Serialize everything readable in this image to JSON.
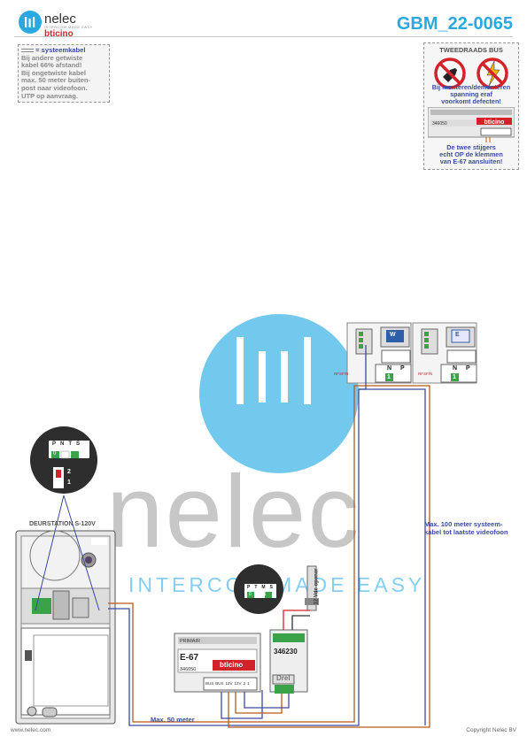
{
  "header": {
    "doc_id": "GBM_22-0065",
    "logo_word": "nelec",
    "logo_tagline": "INTERCOM MADE EASY",
    "logo_brand": "bticino"
  },
  "note": {
    "title": "= systeemkabel",
    "lines": [
      "Bij andere getwiste",
      "kabel 66% afstand!",
      "Bij ongetwiste kabel",
      "max. 50 meter buiten-",
      "post naar videofoon.",
      "UTP op aanvraag."
    ]
  },
  "bus": {
    "title": "TWEEDRAADS BUS",
    "warning": [
      "Bij monteren/demonteren",
      "spanning eraf",
      "voorkomt defecten!"
    ],
    "module_code": "346050",
    "module_brand": "bticino",
    "note": [
      "De twee stijgers",
      "echt OP de klemmen",
      "van E-67 aansluiten!"
    ]
  },
  "watermark": {
    "word": "nelec",
    "tagline": "INTERCOM MADE EASY"
  },
  "door_station": {
    "label": "DEURSTATION S-120V",
    "dip_labels": [
      "P",
      "N",
      "T",
      "S"
    ],
    "dip_values": [
      "0",
      "1"
    ],
    "switch_labels": [
      "2",
      "1"
    ]
  },
  "power": {
    "label": "PRIMAIR",
    "name": "E-67",
    "code": "346050",
    "brand": "bticino",
    "terminals": [
      "BUS",
      "BUS",
      "12V",
      "12V",
      "2",
      "1"
    ]
  },
  "relay": {
    "code": "346230",
    "name": "Drel",
    "zoom_labels": [
      "P",
      "T",
      "M",
      "S"
    ],
    "zoom_values": [
      "0",
      "1"
    ]
  },
  "opener": {
    "label": "12 Vdc opener"
  },
  "monitors": [
    {
      "screen": "W",
      "n": "1",
      "labels": [
        "RFSF/N",
        "N",
        "P"
      ]
    },
    {
      "screen": "E",
      "n": "1",
      "labels": [
        "RFSF/N",
        "N",
        "P"
      ]
    }
  ],
  "annotations": {
    "max_100": [
      "Max. 100 meter systeem-",
      "kabel tot laatste videofoon"
    ],
    "max_50": "Max. 50 meter"
  },
  "footer": {
    "website": "www.nelec.com",
    "copyright": "Copyright Nelec BV"
  }
}
